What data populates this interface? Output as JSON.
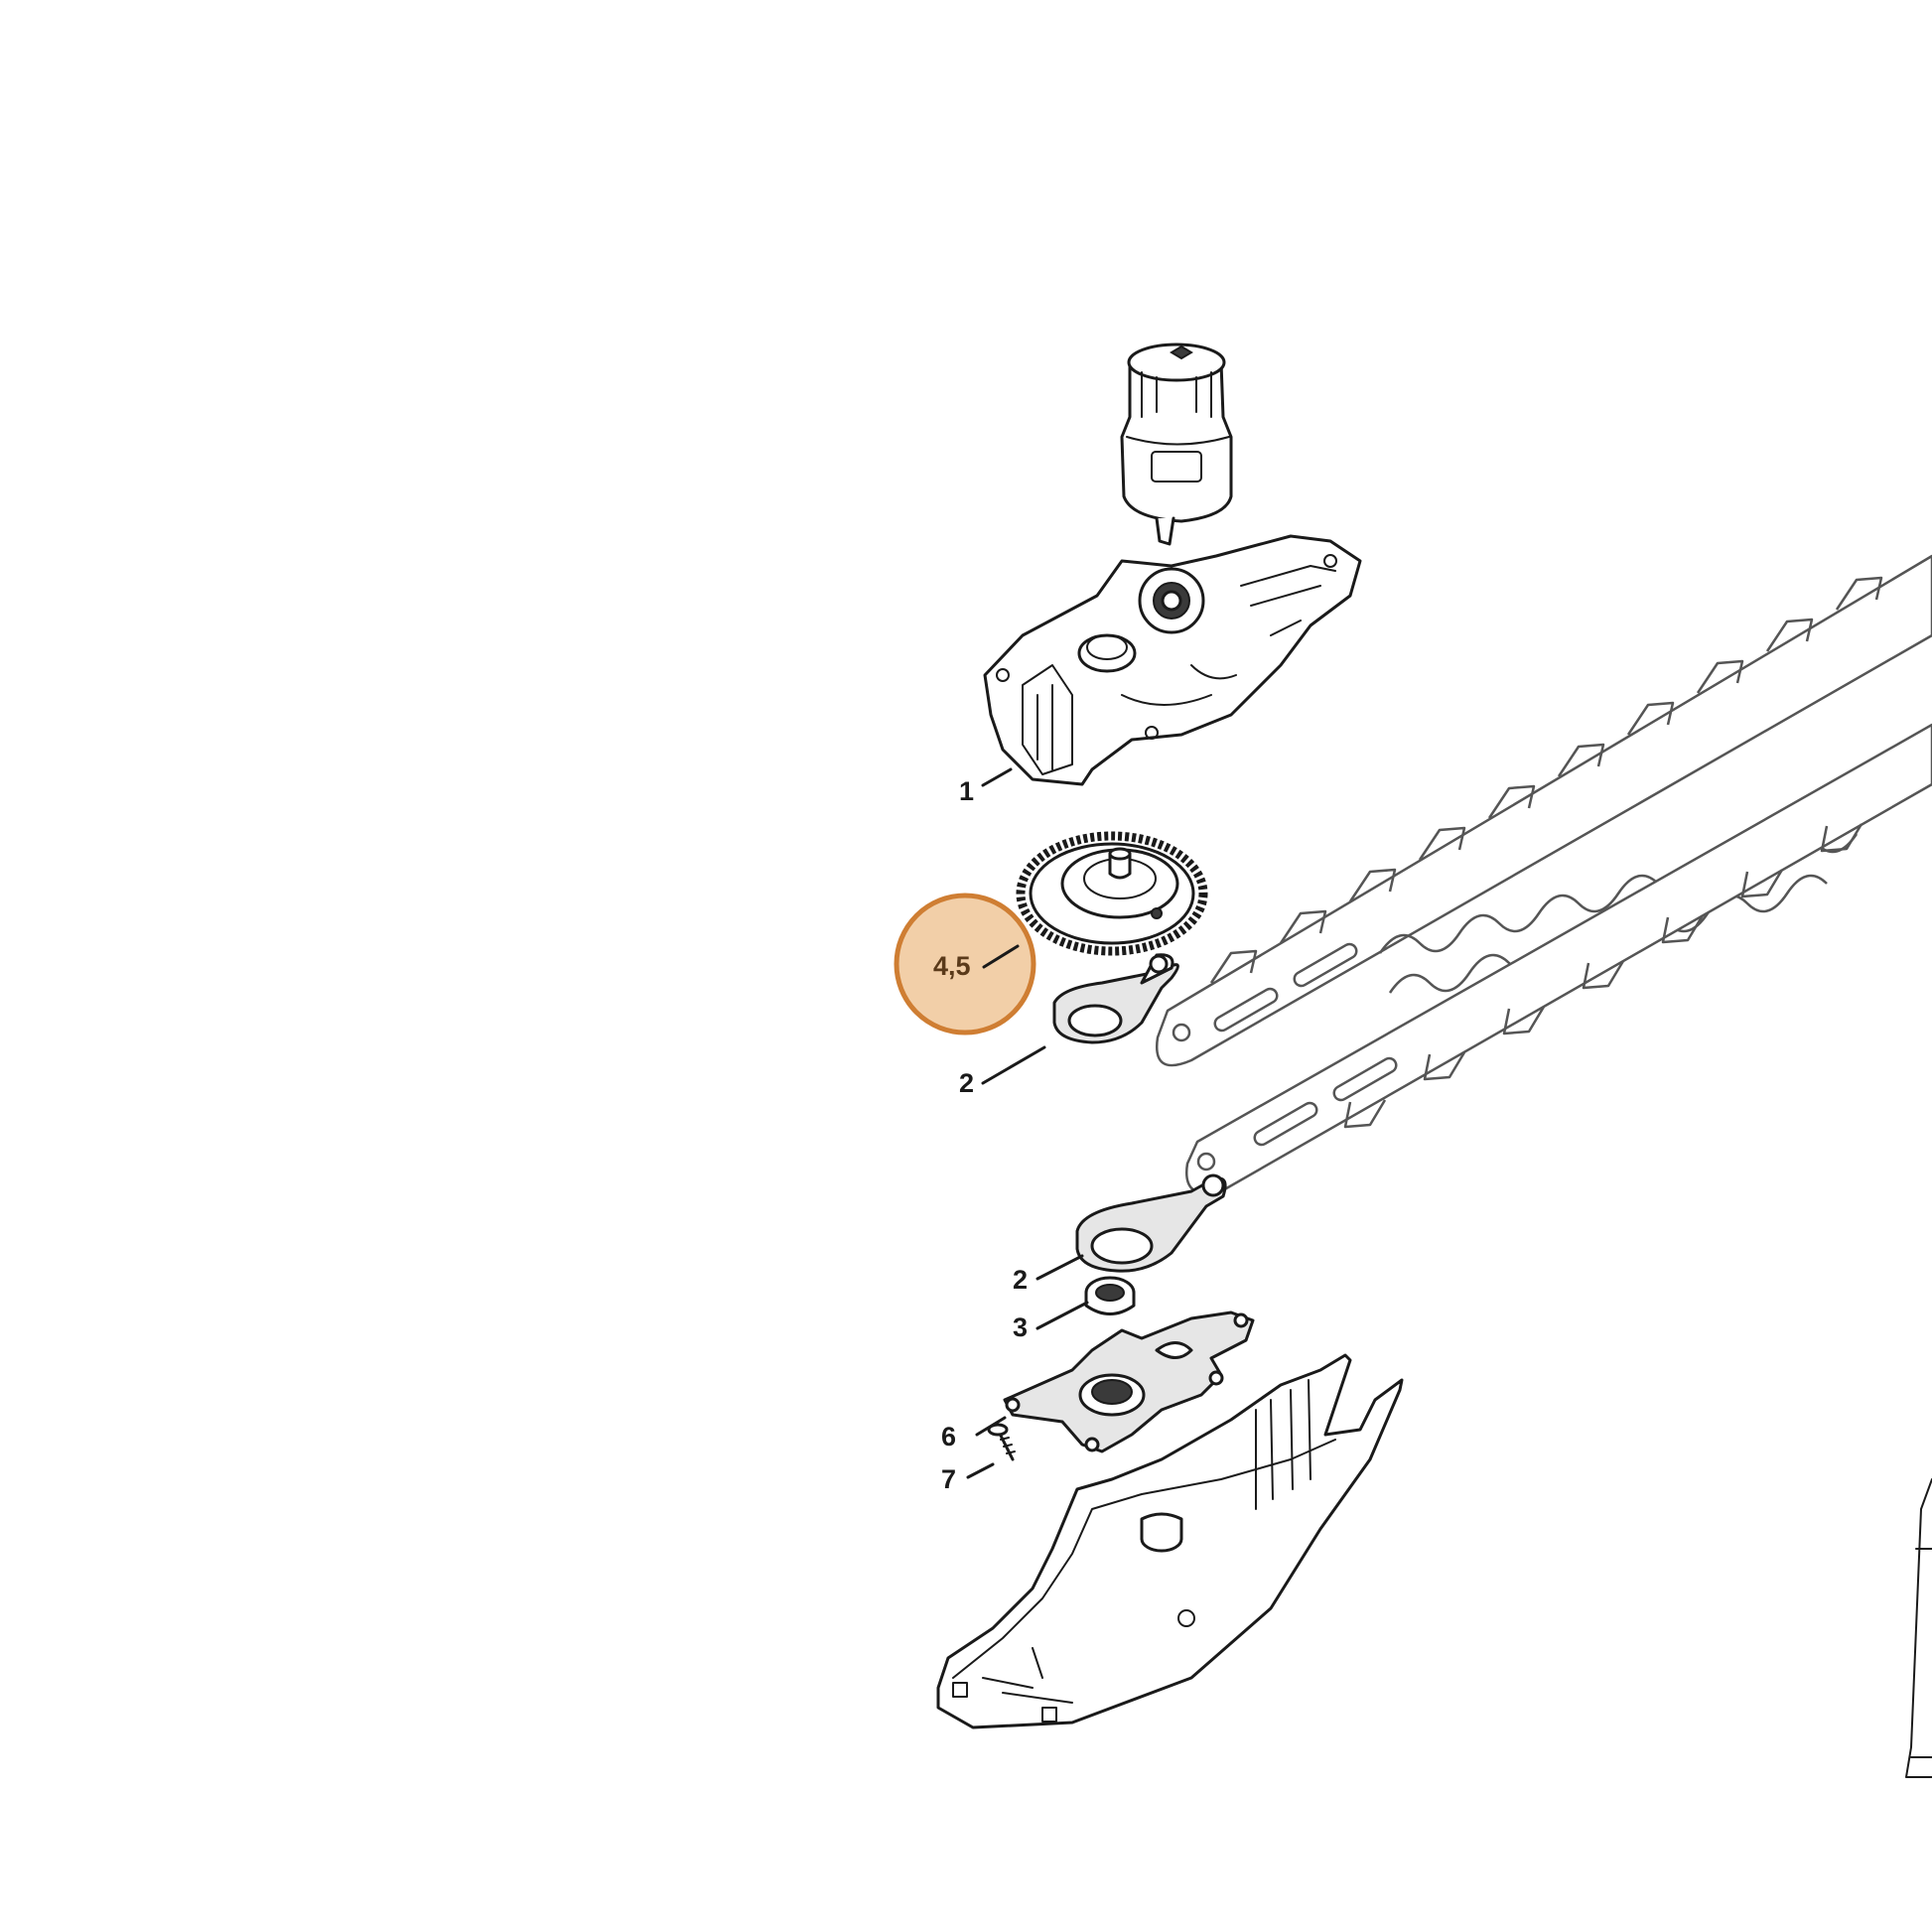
{
  "callouts": {
    "housing": "1",
    "connecting_rod_upper": "2",
    "connecting_rod_lower": "2",
    "bearing": "3",
    "gear_highlighted": "4,5",
    "cover_plate": "6",
    "screw": "7"
  },
  "colors": {
    "highlight_fill": "#f2cfa8",
    "highlight_stroke": "#cf7e33",
    "highlight_text": "#5a3a1a",
    "line": "#1a1a1a"
  },
  "icons": {
    "motor": "electric-motor-icon",
    "housing": "gear-housing-icon",
    "gear": "spur-gear-icon",
    "blade": "hedge-trimmer-blade-icon",
    "bearing": "ball-bearing-icon",
    "plate": "cover-plate-icon",
    "screw": "screw-icon",
    "guard": "lower-housing-shell-icon"
  }
}
